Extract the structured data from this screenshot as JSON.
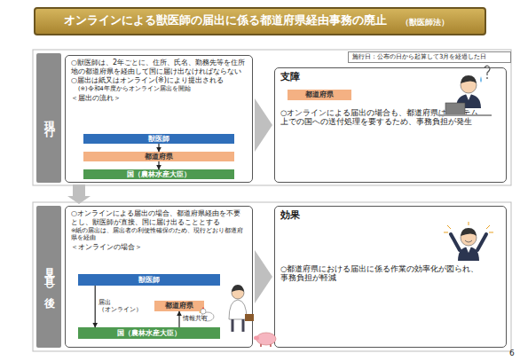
{
  "diagram": {
    "title": "オンラインによる獣医師の届出に係る都道府県経由事務の廃止",
    "nodes": [
      {
        "text": [
          "施行日：公布の日から起算して3月を経過した日"
        ]
      },
      {
        "text": [
          "現行"
        ]
      },
      {
        "text": [
          "○獣医師は、2年ごとに、住所、氏名、勤務先等を住所地の都道府県を経由して国に届け出なければならない",
          "○届出は紙又はオンライン(※)により提出される",
          "(※)令和4年度からオンライン届出を開始",
          "＜届出の流れ＞"
        ]
      },
      {
        "text": [
          "獣医師"
        ],
        "in": 2
      },
      {
        "text": [
          "都道府県"
        ],
        "in": 2
      },
      {
        "text": [
          "国（農林水産大臣）"
        ],
        "in": 2
      },
      {
        "text": [
          "支障",
          "○オンラインによる届出の場合も、都道府県はシステム上での国への送付処理を要するため、事務負担が発生"
        ]
      },
      {
        "text": [
          "都道府県"
        ],
        "in": 6
      },
      {
        "text": [
          "見直し後"
        ]
      },
      {
        "text": [
          "○オンラインによる届出の場合、都道府県経由を不要とし、獣医師が直接、国に届け出ることとする",
          "※紙の届出は、届出者の利便性確保のため、現行どおり都道府県を経由",
          "＜オンラインの場合＞"
        ]
      },
      {
        "text": [
          "獣医師"
        ],
        "in": 9
      },
      {
        "text": [
          "都道府県"
        ],
        "in": 9
      },
      {
        "text": [
          "国（農林水産大臣）"
        ],
        "in": 9
      },
      {
        "text": [
          "効果",
          "○都道府県における届出に係る作業の効率化が図られ、事務負担が軽減"
        ]
      }
    ],
    "edges": [
      {
        "from": 3,
        "to": 4,
        "arrow": "to"
      },
      {
        "from": 4,
        "to": 5,
        "arrow": "to"
      },
      {
        "from": 2,
        "to": 6,
        "arrow": "to"
      },
      {
        "from": 2,
        "to": 9,
        "arrow": "to"
      },
      {
        "from": 10,
        "to": 12,
        "label": "届出 （オンライン）",
        "arrow": "to"
      },
      {
        "from": 12,
        "to": 11,
        "label": "情報共有",
        "arrow": "to"
      },
      {
        "from": 9,
        "to": 13,
        "arrow": "to"
      }
    ],
    "labels": [
      "（獣医師法）",
      "6"
    ]
  }
}
